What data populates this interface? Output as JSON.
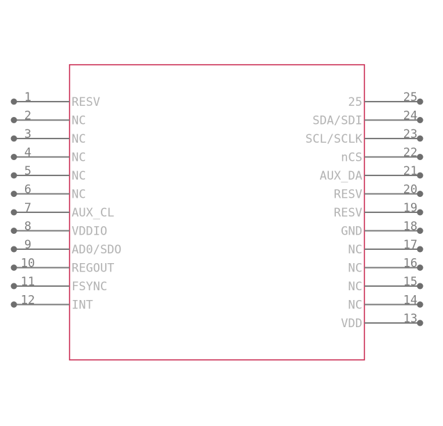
{
  "colors": {
    "body_outline": "#c8264f",
    "pin_line": "#7a7a7a",
    "pin_dot": "#6e6e6e",
    "pin_name_text": "#b3b3b3",
    "pin_number_text": "#7f7f7f"
  },
  "left_pins": [
    {
      "number": "1",
      "name": "RESV"
    },
    {
      "number": "2",
      "name": "NC"
    },
    {
      "number": "3",
      "name": "NC"
    },
    {
      "number": "4",
      "name": "NC"
    },
    {
      "number": "5",
      "name": "NC"
    },
    {
      "number": "6",
      "name": "NC"
    },
    {
      "number": "7",
      "name": "AUX_CL"
    },
    {
      "number": "8",
      "name": "VDDIO"
    },
    {
      "number": "9",
      "name": "AD0/SDO"
    },
    {
      "number": "10",
      "name": "REGOUT"
    },
    {
      "number": "11",
      "name": "FSYNC"
    },
    {
      "number": "12",
      "name": "INT"
    }
  ],
  "right_pins": [
    {
      "number": "25",
      "name": "25"
    },
    {
      "number": "24",
      "name": "SDA/SDI"
    },
    {
      "number": "23",
      "name": "SCL/SCLK"
    },
    {
      "number": "22",
      "name": "nCS"
    },
    {
      "number": "21",
      "name": "AUX_DA"
    },
    {
      "number": "20",
      "name": "RESV"
    },
    {
      "number": "19",
      "name": "RESV"
    },
    {
      "number": "18",
      "name": "GND"
    },
    {
      "number": "17",
      "name": "NC"
    },
    {
      "number": "16",
      "name": "NC"
    },
    {
      "number": "15",
      "name": "NC"
    },
    {
      "number": "14",
      "name": "NC"
    },
    {
      "number": "13",
      "name": "VDD"
    }
  ]
}
